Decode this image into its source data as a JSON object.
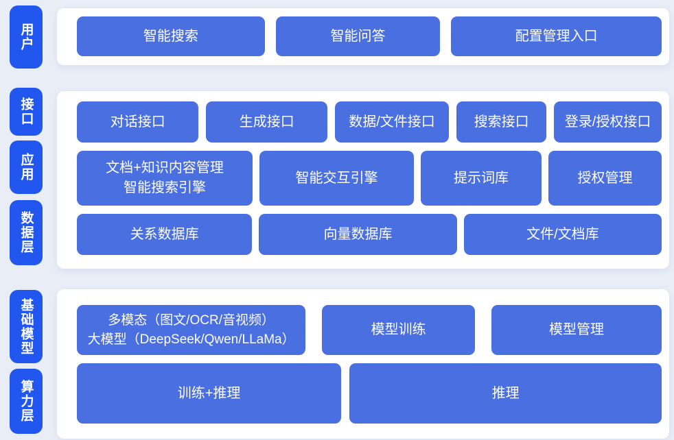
{
  "palette": {
    "page_bg": "#e9eef6",
    "panel_bg": "#ffffff",
    "layer_label_blue": "#2257ef",
    "button_blue": "#4a6fe0",
    "button_text": "#ffffff"
  },
  "layers": {
    "user": {
      "label": "用户",
      "buttons": {
        "search": "智能搜索",
        "qa": "智能问答",
        "config": "配置管理入口"
      }
    },
    "middle": {
      "interface": {
        "label": "接口",
        "buttons": {
          "dialog": "对话接口",
          "generate": "生成接口",
          "data_file": "数据/文件接口",
          "search": "搜索接口",
          "login_auth": "登录/授权接口"
        }
      },
      "application": {
        "label": "应用",
        "buttons": {
          "doc_km_line1": "文档+知识内容管理",
          "doc_km_line2": "智能搜索引擎",
          "interaction": "智能交互引擎",
          "prompt_lib": "提示词库",
          "auth_mgmt": "授权管理"
        }
      },
      "data": {
        "label": "数据层",
        "buttons": {
          "relational": "关系数据库",
          "vector": "向量数据库",
          "file_doc": "文件/文档库"
        }
      }
    },
    "bottom": {
      "foundation": {
        "label": "基础模型",
        "buttons": {
          "multimodal_line1": "多模态（图文/OCR/音视频）",
          "multimodal_line2": "大模型（DeepSeek/Qwen/LLaMa）",
          "training": "模型训练",
          "mgmt": "模型管理"
        }
      },
      "compute": {
        "label": "算力层",
        "buttons": {
          "train_infer": "训练+推理",
          "infer": "推理"
        }
      }
    }
  }
}
